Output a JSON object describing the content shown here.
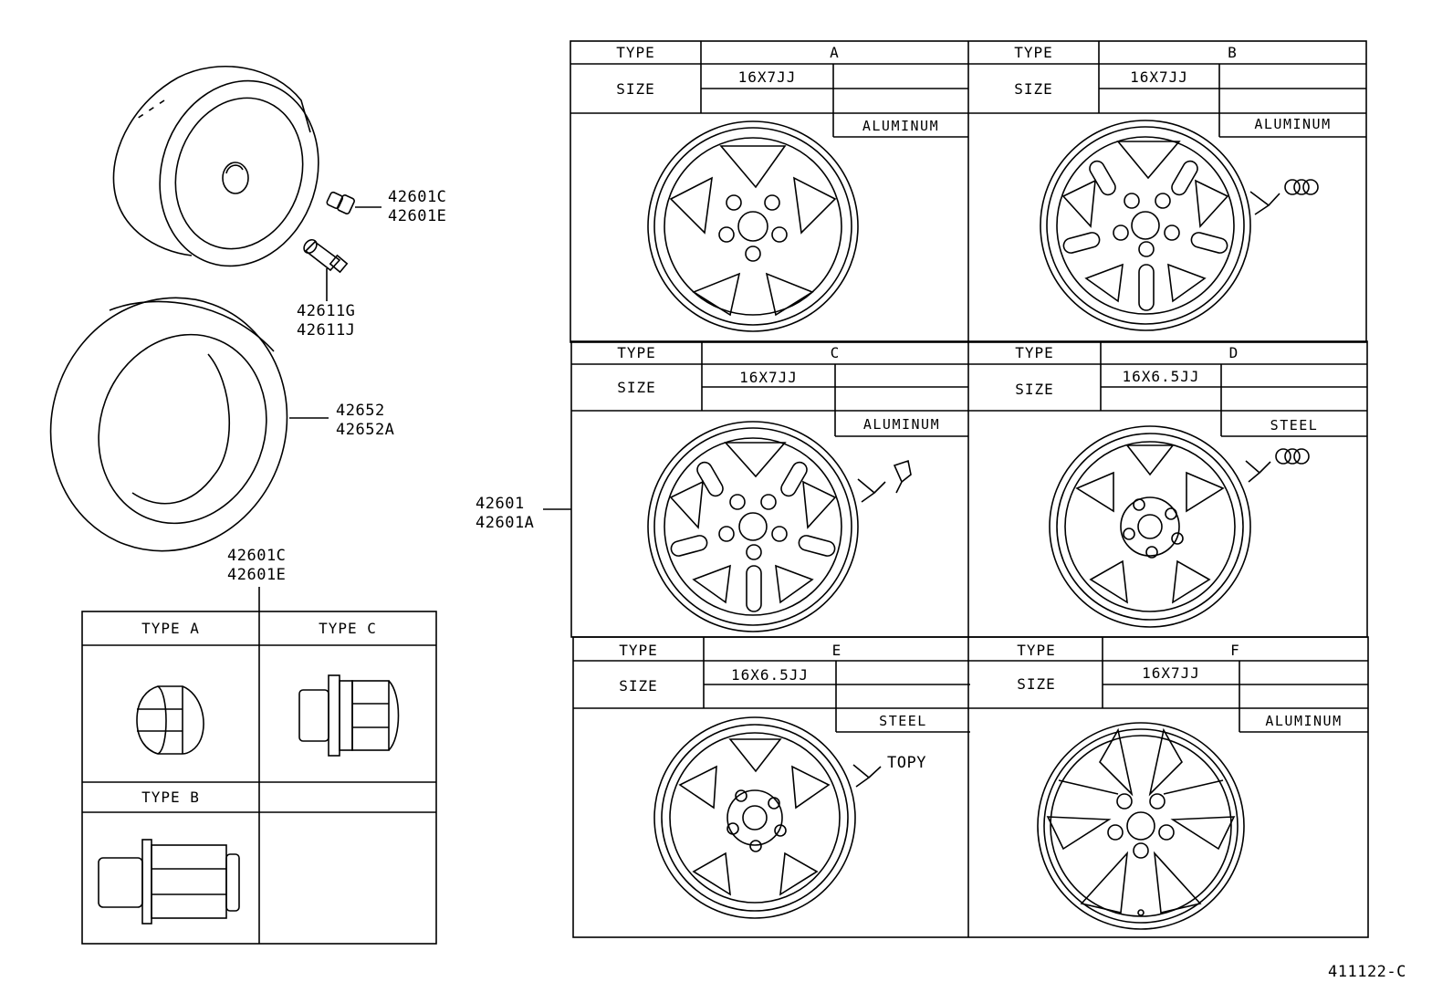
{
  "callouts": {
    "valve_cap": [
      "42601C",
      "42601E"
    ],
    "valve_stem": [
      "42611G",
      "42611J"
    ],
    "tire": [
      "42652",
      "42652A"
    ],
    "nut": [
      "42601C",
      "42601E"
    ],
    "wheel": [
      "42601",
      "42601A"
    ]
  },
  "nut_table": {
    "type_a": "TYPE A",
    "type_c": "TYPE C",
    "type_b": "TYPE B"
  },
  "wheel_table": {
    "type_label": "TYPE",
    "size_label": "SIZE",
    "wheels": [
      {
        "type": "A",
        "size": "16X7JJ",
        "material": "ALUMINUM"
      },
      {
        "type": "B",
        "size": "16X7JJ",
        "material": "ALUMINUM"
      },
      {
        "type": "C",
        "size": "16X7JJ",
        "material": "ALUMINUM"
      },
      {
        "type": "D",
        "size": "16X6.5JJ",
        "material": "STEEL"
      },
      {
        "type": "E",
        "size": "16X6.5JJ",
        "material": "STEEL",
        "maker": "TOPY"
      },
      {
        "type": "F",
        "size": "16X7JJ",
        "material": "ALUMINUM"
      }
    ]
  },
  "diagram_code": "411122-C"
}
